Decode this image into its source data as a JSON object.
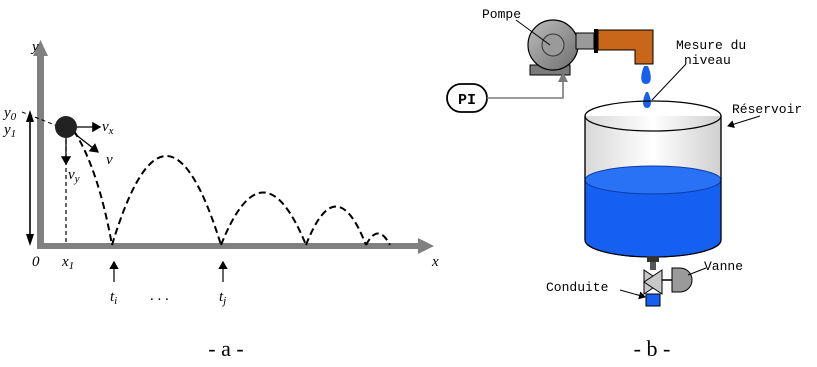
{
  "panel_a": {
    "caption": "- a -",
    "axis_y": "y",
    "axis_x": "x",
    "origin": "0",
    "y0": "y",
    "y0_sub": "0",
    "y1": "y",
    "y1_sub": "1",
    "x1": "x",
    "x1_sub": "1",
    "vx": "ν",
    "vx_sub": "x",
    "vy": "ν",
    "vy_sub": "y",
    "v": "ν",
    "ti": "t",
    "ti_sub": "i",
    "ellipsis": ". . .",
    "tj": "t",
    "tj_sub": "j"
  },
  "panel_b": {
    "caption": "- b -",
    "pump": "Pompe",
    "level_line1": "Mesure du",
    "level_line2": "niveau",
    "pi": "PI",
    "reservoir": "Réservoir",
    "valve": "Vanne",
    "pipe": "Conduite"
  },
  "colors": {
    "water": "#1560f0",
    "water_dark": "#0a3ea8",
    "pipe_orange": "#c8661a",
    "pump_gray": "#8a8a8a",
    "axis_gray": "#7a7a7a"
  }
}
